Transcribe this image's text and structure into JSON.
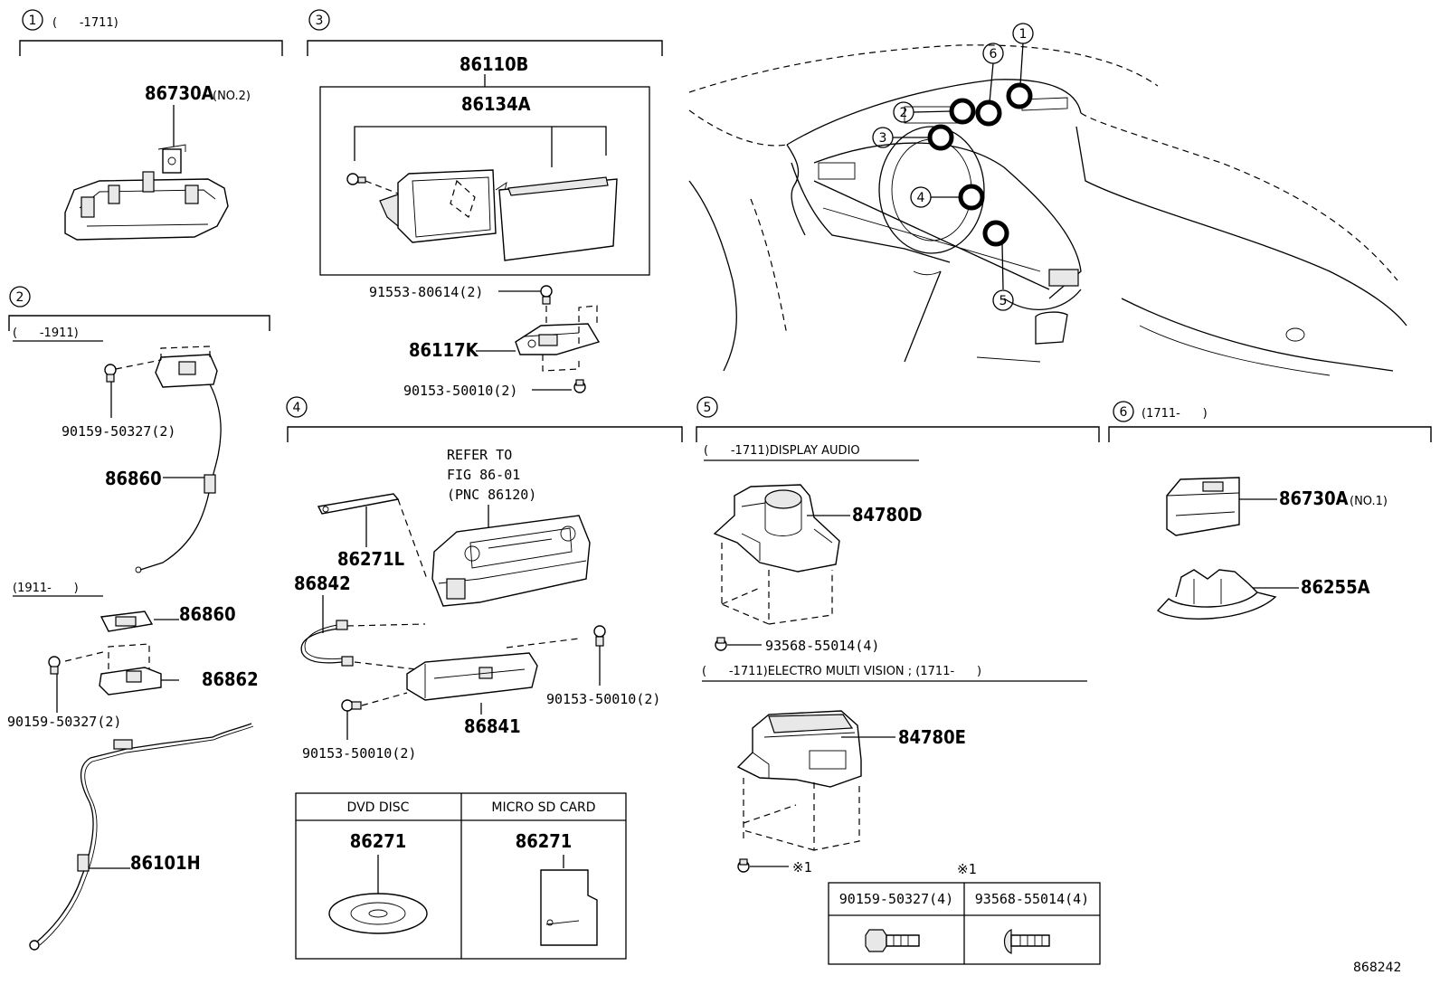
{
  "sections": [
    {
      "num": "1",
      "qualifier": "(      -1711)"
    },
    {
      "num": "2",
      "qualifier": "(      -1911)",
      "qualifier2": "(1911-      )"
    },
    {
      "num": "3"
    },
    {
      "num": "4"
    },
    {
      "num": "5",
      "qualifier": "(      -1711)DISPLAY AUDIO",
      "qualifier2": "(      -1711)ELECTRO MULTI VISION ; (1711-      )"
    },
    {
      "num": "6",
      "qualifier": "(1711-      )"
    }
  ],
  "parts": {
    "p86730A_no2": "86730A",
    "p86730A_no2_note": "(NO.2)",
    "p86110B": "86110B",
    "p86134A": "86134A",
    "p91553": "91553-80614(2)",
    "p86117K": "86117K",
    "p90153_s3": "90153-50010(2)",
    "p90159_a": "90159-50327(2)",
    "p86860_a": "86860",
    "p86860_b": "86860",
    "p86862": "86862",
    "p90159_b": "90159-50327(2)",
    "p86101H": "86101H",
    "refer1": "REFER TO",
    "refer2": "FIG 86-01",
    "refer3": "(PNC 86120)",
    "p86271L": "86271L",
    "p86842": "86842",
    "p90153_r": "90153-50010(2)",
    "p86841": "86841",
    "p90153_l": "90153-50010(2)",
    "p84780D": "84780D",
    "p93568": "93568-55014(4)",
    "p84780E": "84780E",
    "star1": "※1",
    "p86730A_no1": "86730A",
    "p86730A_no1_note": "(NO.1)",
    "p86255A": "86255A"
  },
  "media_table": {
    "headers": [
      "DVD DISC",
      "MICRO SD CARD"
    ],
    "values": [
      "86271",
      "86271"
    ]
  },
  "note_table": {
    "title": "※1",
    "headers": [
      "90159-50327(4)",
      "93568-55014(4)"
    ]
  },
  "overview_callouts": [
    "1",
    "6",
    "2",
    "3",
    "4",
    "5"
  ],
  "diagram_id": "868242"
}
